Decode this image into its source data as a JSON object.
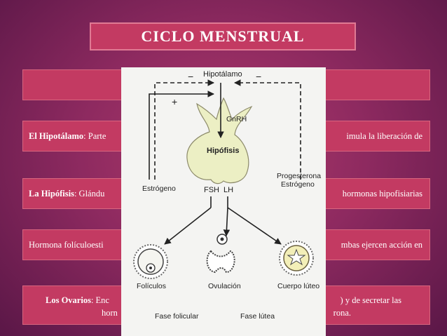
{
  "title": "CICLO MENSTRUAL",
  "bands": {
    "hipotalamo": {
      "bold": "El Hipotálamo",
      "text": ": Parte",
      "right": "imula la liberación de"
    },
    "hipofisis": {
      "bold": "La Hipófisis",
      "text": ": Glándu",
      "right": "hormonas hipofisiarias"
    },
    "hormona": {
      "text": "Hormona folículoesti",
      "right": "mbas ejercen acción en"
    },
    "ovarios": {
      "bold": "Los Ovarios",
      "text": ": Enc",
      "line2": "horn",
      "right": ") y de secretar las",
      "right2": "rona."
    }
  },
  "diagram": {
    "hipotalamo": "Hipotálamo",
    "minus_left": "−",
    "minus_right": "−",
    "plus": "+",
    "gnrh": "GnRH",
    "hipofisis": "Hipófisis",
    "estrogeno": "Estrógeno",
    "fsh": "FSH",
    "lh": "LH",
    "progesterona": "Progesterona",
    "estrogeno2": "Estrógeno",
    "foliculos": "Folículos",
    "ovulacion": "Ovulación",
    "cuerpo_luteo": "Cuerpo lúteo",
    "fase_folicular": "Fase folicular",
    "fase_lutea": "Fase lútea"
  }
}
